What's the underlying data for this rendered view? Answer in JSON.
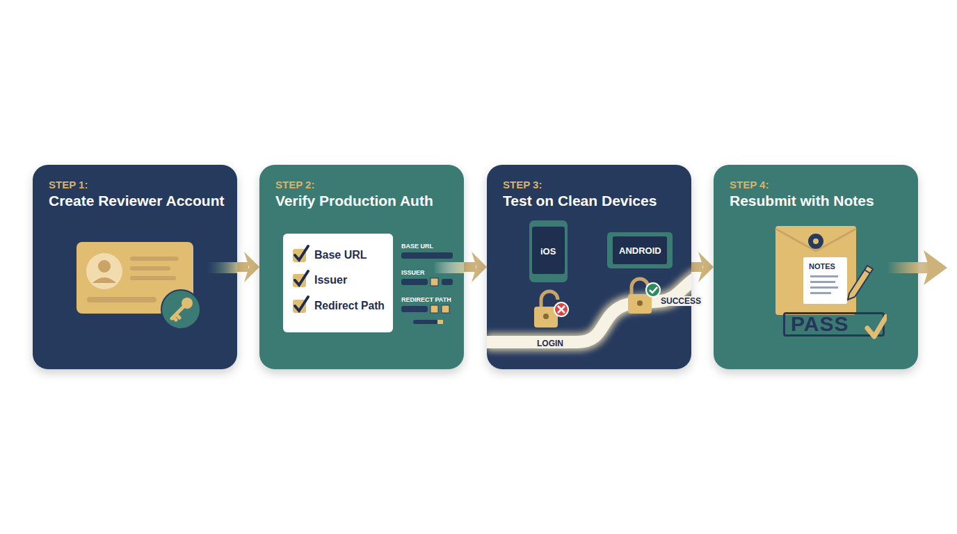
{
  "diagram": {
    "nodes": [
      {
        "text": [
          "STEP 1:",
          "Create Reviewer Account"
        ]
      },
      {
        "text": [
          "STEP 2:",
          "Verify Production Auth"
        ]
      },
      {
        "text": [
          "Base URL",
          "Issuer",
          "Redirect Path"
        ],
        "in": 1
      },
      {
        "text": [
          "STEP 3:",
          "Test on Clean Devices"
        ]
      },
      {
        "text": [
          "iOS"
        ],
        "in": 3
      },
      {
        "text": [
          "ANDROID"
        ],
        "in": 3
      },
      {
        "text": [
          "STEP 4:",
          "Resubmit with Notes"
        ]
      },
      {
        "text": [
          "NOTES"
        ],
        "in": 6
      },
      {
        "text": [
          "PASS"
        ],
        "in": 6
      }
    ],
    "edges": [
      {
        "from": 0,
        "to": 1,
        "arrow": "to"
      },
      {
        "from": 1,
        "to": 3,
        "arrow": "to"
      },
      {
        "from": 3,
        "to": 6,
        "arrow": "to"
      }
    ],
    "labels": [
      "BASE URL",
      "ISSUER",
      "REDIRECT PATH",
      "LOGIN",
      "SUCCESS"
    ]
  }
}
